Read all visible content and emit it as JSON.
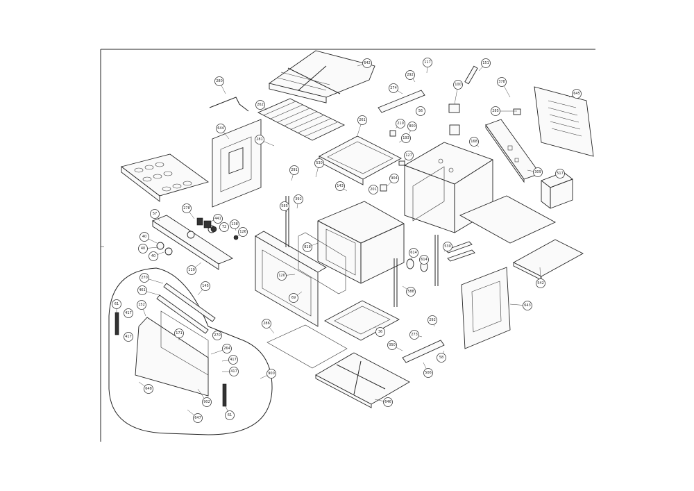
{
  "callouts": [
    {
      "label": "642"
    },
    {
      "label": "117"
    },
    {
      "label": "151"
    },
    {
      "label": "292"
    },
    {
      "label": "100"
    },
    {
      "label": "378"
    },
    {
      "label": "645"
    },
    {
      "label": "280"
    },
    {
      "label": "262"
    },
    {
      "label": "274"
    },
    {
      "label": "56"
    },
    {
      "label": "285"
    },
    {
      "label": "644"
    },
    {
      "label": "281"
    },
    {
      "label": "210"
    },
    {
      "label": "800"
    },
    {
      "label": "193"
    },
    {
      "label": "168"
    },
    {
      "label": "261"
    },
    {
      "label": "127"
    },
    {
      "label": "291"
    },
    {
      "label": "530"
    },
    {
      "label": "309"
    },
    {
      "label": "517"
    },
    {
      "label": "143"
    },
    {
      "label": "201"
    },
    {
      "label": "904"
    },
    {
      "label": "392"
    },
    {
      "label": "585"
    },
    {
      "label": "278"
    },
    {
      "label": "441"
    },
    {
      "label": "57"
    },
    {
      "label": "72"
    },
    {
      "label": "138"
    },
    {
      "label": "126"
    },
    {
      "label": "40"
    },
    {
      "label": "40"
    },
    {
      "label": "40"
    },
    {
      "label": "818"
    },
    {
      "label": "119"
    },
    {
      "label": "530"
    },
    {
      "label": "614"
    },
    {
      "label": "614"
    },
    {
      "label": "120"
    },
    {
      "label": "588"
    },
    {
      "label": "69"
    },
    {
      "label": "542"
    },
    {
      "label": "270"
    },
    {
      "label": "461"
    },
    {
      "label": "145"
    },
    {
      "label": "61"
    },
    {
      "label": "152"
    },
    {
      "label": "417"
    },
    {
      "label": "417"
    },
    {
      "label": "643"
    },
    {
      "label": "36"
    },
    {
      "label": "292"
    },
    {
      "label": "273"
    },
    {
      "label": "050"
    },
    {
      "label": "171"
    },
    {
      "label": "270"
    },
    {
      "label": "264"
    },
    {
      "label": "417"
    },
    {
      "label": "417"
    },
    {
      "label": "286"
    },
    {
      "label": "58"
    },
    {
      "label": "506"
    },
    {
      "label": "900"
    },
    {
      "label": "648"
    },
    {
      "label": "646"
    },
    {
      "label": "902"
    },
    {
      "label": "61"
    },
    {
      "label": "647"
    }
  ]
}
